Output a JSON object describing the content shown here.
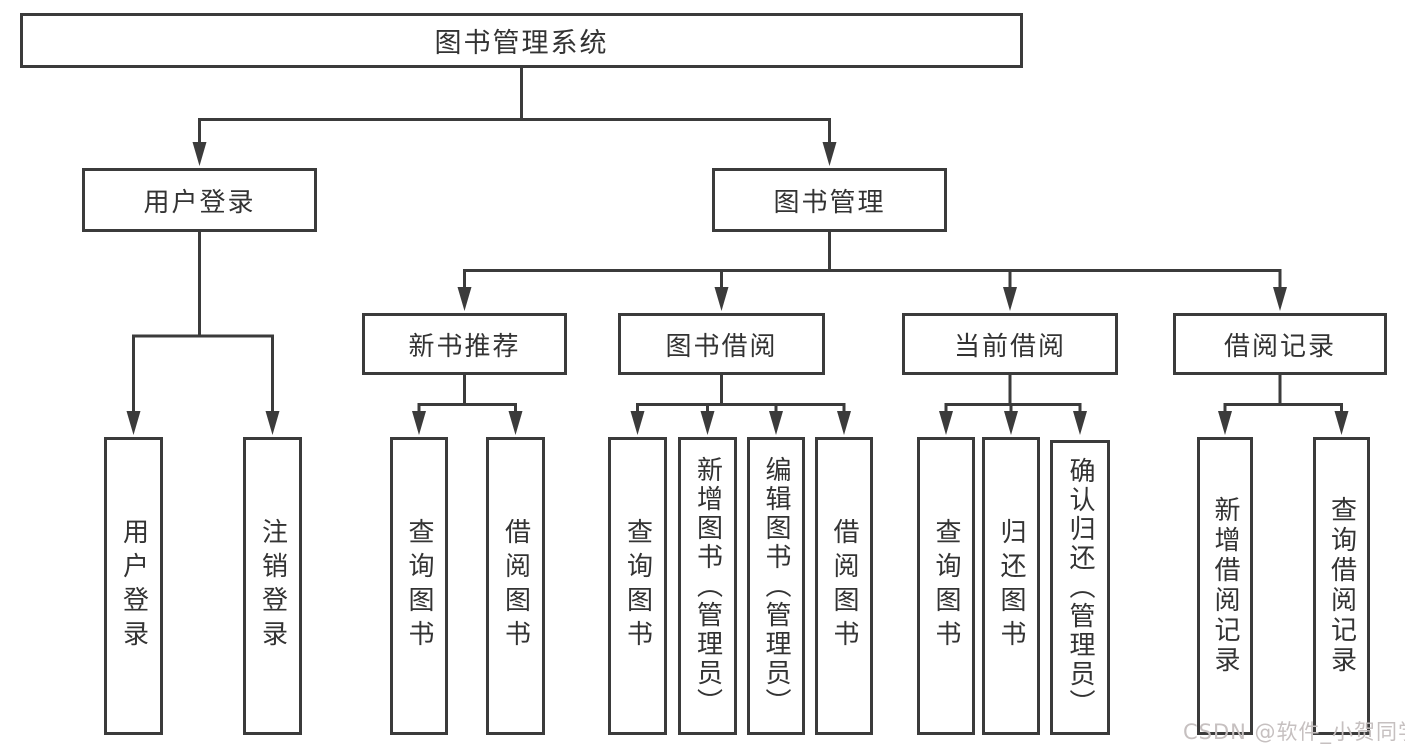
{
  "diagram": {
    "root": {
      "label": "图书管理系统"
    },
    "branches": [
      {
        "label": "用户登录",
        "leaves": [
          {
            "label": "用户登录"
          },
          {
            "label": "注销登录"
          }
        ]
      },
      {
        "label": "图书管理",
        "children": [
          {
            "label": "新书推荐",
            "leaves": [
              {
                "label": "查询图书"
              },
              {
                "label": "借阅图书"
              }
            ]
          },
          {
            "label": "图书借阅",
            "leaves": [
              {
                "label": "查询图书"
              },
              {
                "label": "新增图书（管理员）"
              },
              {
                "label": "编辑图书（管理员）"
              },
              {
                "label": "借阅图书"
              }
            ]
          },
          {
            "label": "当前借阅",
            "leaves": [
              {
                "label": "查询图书"
              },
              {
                "label": "归还图书"
              },
              {
                "label": "确认归还（管理员）"
              }
            ]
          },
          {
            "label": "借阅记录",
            "leaves": [
              {
                "label": "新增借阅记录"
              },
              {
                "label": "查询借阅记录"
              }
            ]
          }
        ]
      }
    ],
    "watermark": "CSDN @软件_小贺同学",
    "colors": {
      "line": "#3b3b3b",
      "text": "#333333",
      "background": "#ffffff",
      "watermark": "#c6c0c0"
    }
  }
}
